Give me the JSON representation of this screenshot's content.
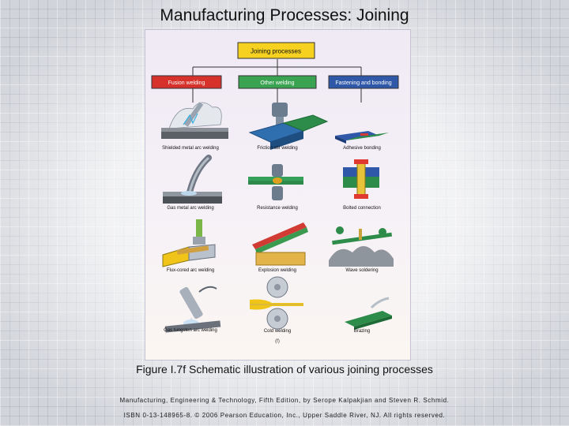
{
  "slide": {
    "title": "Manufacturing Processes: Joining",
    "caption": "Figure I.7f Schematic illustration of various joining processes",
    "credit_line1": "Manufacturing, Engineering & Technology, Fifth Edition, by Serope Kalpakjian and Steven R. Schmid.",
    "credit_line2": "ISBN 0-13-148965-8. © 2006 Pearson Education, Inc., Upper Saddle River, NJ. All rights reserved."
  },
  "diagram": {
    "root": "Joining processes",
    "categories": [
      "Fusion welding",
      "Other welding",
      "Fastening and bonding"
    ],
    "fusion_welding": [
      "Shielded metal arc welding",
      "Gas metal arc welding",
      "Flux-cored arc welding",
      "Gas tungsten arc welding"
    ],
    "other_welding": [
      "Friction stir welding",
      "Resistance welding",
      "Explosion welding",
      "Cold welding"
    ],
    "fastening_and_bonding": [
      "Adhesive bonding",
      "Bolted connection",
      "Wave soldering",
      "Brazing"
    ],
    "panel_label": "(f)"
  },
  "colors": {
    "root_box": "#f6d11f",
    "fusion_box": "#d6322b",
    "other_box": "#3aa352",
    "fastening_box": "#2f58a8"
  }
}
